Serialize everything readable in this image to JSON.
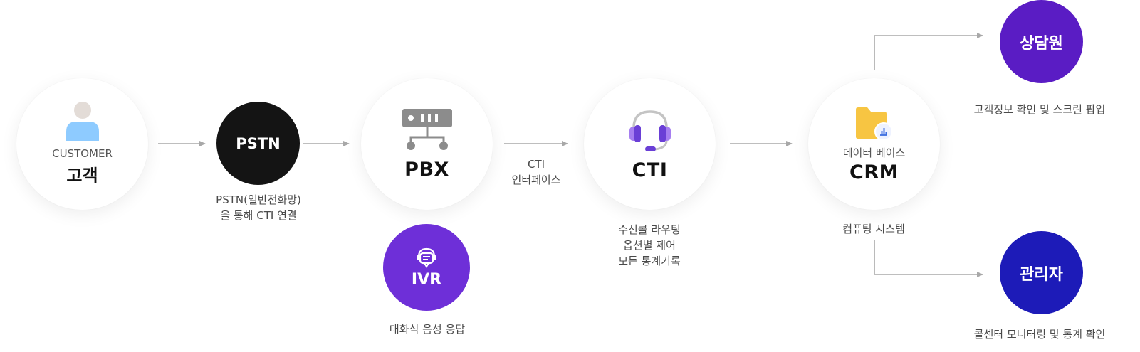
{
  "customer": {
    "label_en": "CUSTOMER",
    "label_ko": "고객"
  },
  "pstn": {
    "label": "PSTN",
    "caption_line1": "PSTN(일반전화망)",
    "caption_line2": "을 통해 CTI 연결"
  },
  "pbx": {
    "label": "PBX"
  },
  "ivr": {
    "label": "IVR",
    "caption": "대화식 음성 응답"
  },
  "cti_link": {
    "line1": "CTI",
    "line2": "인터페이스"
  },
  "cti": {
    "label": "CTI",
    "caption_line1": "수신콜 라우팅",
    "caption_line2": "옵션별 제어",
    "caption_line3": "모든 통계기록"
  },
  "crm": {
    "sub": "데이터 베이스",
    "label": "CRM",
    "caption": "컴퓨팅 시스템"
  },
  "agent": {
    "label": "상담원",
    "caption": "고객정보 확인 및 스크린 팝업"
  },
  "admin": {
    "label": "관리자",
    "caption": "콜센터 모니터링 및 통계 확인"
  },
  "colors": {
    "arrow": "#a8a8a8",
    "dark": "#141414",
    "ivr": "#6e2fd8",
    "agent": "#5a1cc4",
    "admin": "#1d1bb8",
    "purple_icon": "#6a3fd6"
  }
}
